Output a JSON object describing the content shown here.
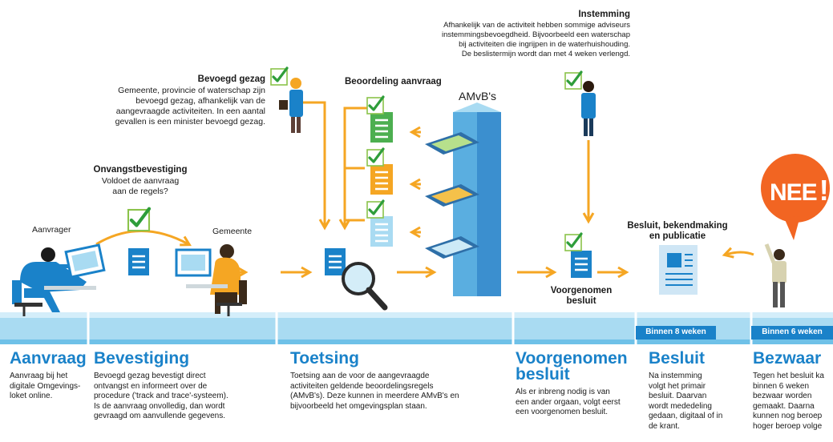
{
  "top_notes": {
    "bevoegd_gezag": {
      "title": "Bevoegd gezag",
      "lines": [
        "Gemeente, provincie of waterschap zijn",
        "bevoegd gezag, afhankelijk van de",
        "aangevraagde activiteiten. In een aantal",
        "gevallen is een minister bevoegd gezag."
      ]
    },
    "instemming": {
      "title": "Instemming",
      "lines": [
        "Afhankelijk van de activiteit hebben sommige adviseurs",
        "instemmingsbevoegdheid. Bijvoorbeeld een waterschap",
        "bij activiteiten die ingrijpen in de waterhuishouding.",
        "De beslistermijn wordt dan met 4 weken verlengd."
      ]
    },
    "ontvangst": {
      "title": "Onvangstbevestiging",
      "lines": [
        "Voldoet de aanvraag",
        "aan de regels?"
      ]
    }
  },
  "labels": {
    "aanvrager": "Aanvrager",
    "gemeente": "Gemeente",
    "beoordeling": "Beoordeling aanvraag",
    "amvb": "AMvB's",
    "besluit_publicatie": [
      "Besluit, bekendmaking",
      "en publicatie"
    ],
    "voorgenomen_besluit": [
      "Voorgenomen",
      "besluit"
    ],
    "nee": "NEE",
    "nee_mark": "!"
  },
  "deadlines": {
    "besluit": "Binnen 8 weken",
    "bezwaar": "Binnen 6 weken"
  },
  "stages": [
    {
      "title": [
        "Aanvraag"
      ],
      "text": [
        "Aanvraag bij het",
        "digitale Omgevings-",
        "loket online."
      ]
    },
    {
      "title": [
        "Bevestiging"
      ],
      "text": [
        "Bevoegd gezag bevestigt direct",
        "ontvangst en informeert over de",
        "procedure ('track and trace'-systeem).",
        "Is de aanvraag onvolledig, dan wordt",
        "gevraagd om aanvullende gegevens."
      ]
    },
    {
      "title": [
        "Toetsing"
      ],
      "text": [
        "Toetsing aan de voor de aangevraagde",
        "activiteiten geldende beoordelingsregels",
        "(AMvB's). Deze kunnen in meerdere AMvB's en",
        "bijvoorbeeld het omgevingsplan staan."
      ]
    },
    {
      "title": [
        "Voorgenomen",
        "besluit"
      ],
      "text": [
        "Als er inbreng nodig is van",
        "een ander orgaan, volgt eerst",
        "een voorgenomen besluit."
      ]
    },
    {
      "title": [
        "Besluit"
      ],
      "text": [
        "Na instemming",
        "volgt het primair",
        "besluit. Daarvan",
        "wordt mededeling",
        "gedaan, digitaal of in",
        "de krant."
      ]
    },
    {
      "title": [
        "Bezwaar"
      ],
      "text": [
        "Tegen het besluit ka",
        "binnen 6 weken",
        "bezwaar worden",
        "gemaakt. Daarna",
        "kunnen nog beroep",
        "hoger beroep volge"
      ]
    }
  ],
  "colors": {
    "blue": "#1a82c9",
    "light_blue": "#a9dbf2",
    "orange": "#f5a623",
    "green": "#4caf50",
    "nee_orange": "#f26522"
  }
}
